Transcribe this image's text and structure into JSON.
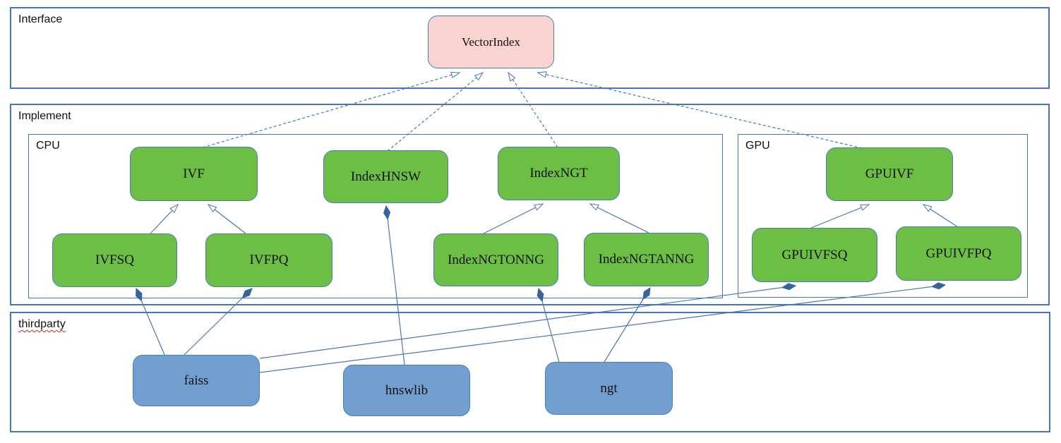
{
  "containers": {
    "interface": {
      "label": "Interface"
    },
    "implement": {
      "label": "Implement"
    },
    "cpu": {
      "label": "CPU"
    },
    "gpu": {
      "label": "GPU"
    },
    "thirdparty": {
      "label": "thirdparty"
    }
  },
  "nodes": {
    "vectorindex": {
      "label": "VectorIndex"
    },
    "ivf": {
      "label": "IVF"
    },
    "indexhnsw": {
      "label": "IndexHNSW"
    },
    "indexngt": {
      "label": "IndexNGT"
    },
    "ivfsq": {
      "label": "IVFSQ"
    },
    "ivfpq": {
      "label": "IVFPQ"
    },
    "indexngtonng": {
      "label": "IndexNGTONNG"
    },
    "indexngtanng": {
      "label": "IndexNGTANNG"
    },
    "gpuivf": {
      "label": "GPUIVF"
    },
    "gpuivfsq": {
      "label": "GPUIVFSQ"
    },
    "gpuivfpq": {
      "label": "GPUIVFPQ"
    },
    "faiss": {
      "label": "faiss"
    },
    "hnswlib": {
      "label": "hnswlib"
    },
    "ngt": {
      "label": "ngt"
    }
  },
  "edges": [
    {
      "from": "IVF",
      "to": "VectorIndex",
      "relation": "realizes",
      "style": "dashed-hollow-arrow"
    },
    {
      "from": "IndexHNSW",
      "to": "VectorIndex",
      "relation": "realizes",
      "style": "dashed-hollow-arrow"
    },
    {
      "from": "IndexNGT",
      "to": "VectorIndex",
      "relation": "realizes",
      "style": "dashed-hollow-arrow"
    },
    {
      "from": "GPUIVF",
      "to": "VectorIndex",
      "relation": "realizes",
      "style": "dashed-hollow-arrow"
    },
    {
      "from": "IVFSQ",
      "to": "IVF",
      "relation": "inherits",
      "style": "solid-hollow-arrow"
    },
    {
      "from": "IVFPQ",
      "to": "IVF",
      "relation": "inherits",
      "style": "solid-hollow-arrow"
    },
    {
      "from": "IndexNGTONNG",
      "to": "IndexNGT",
      "relation": "inherits",
      "style": "solid-hollow-arrow"
    },
    {
      "from": "IndexNGTANNG",
      "to": "IndexNGT",
      "relation": "inherits",
      "style": "solid-hollow-arrow"
    },
    {
      "from": "GPUIVFSQ",
      "to": "GPUIVF",
      "relation": "inherits",
      "style": "solid-hollow-arrow"
    },
    {
      "from": "GPUIVFPQ",
      "to": "GPUIVF",
      "relation": "inherits",
      "style": "solid-hollow-arrow"
    },
    {
      "from": "faiss",
      "to": "IVFSQ",
      "relation": "composes",
      "style": "solid-filled-diamond"
    },
    {
      "from": "faiss",
      "to": "IVFPQ",
      "relation": "composes",
      "style": "solid-filled-diamond"
    },
    {
      "from": "faiss",
      "to": "GPUIVFSQ",
      "relation": "composes",
      "style": "solid-filled-diamond"
    },
    {
      "from": "faiss",
      "to": "GPUIVFPQ",
      "relation": "composes",
      "style": "solid-filled-diamond"
    },
    {
      "from": "hnswlib",
      "to": "IndexHNSW",
      "relation": "composes",
      "style": "solid-filled-diamond"
    },
    {
      "from": "ngt",
      "to": "IndexNGTONNG",
      "relation": "composes",
      "style": "solid-filled-diamond"
    },
    {
      "from": "ngt",
      "to": "IndexNGTANNG",
      "relation": "composes",
      "style": "solid-filled-diamond"
    }
  ],
  "colors": {
    "node-green": "#6cbe45",
    "node-blue": "#729fcf",
    "node-pink": "#f9d3d0",
    "wire": "#4677b2",
    "box-border": "#4a7ebb",
    "container-border": "#4676b5",
    "diamond": "#38649e",
    "text": "#111111",
    "spell": "#cc2222"
  }
}
